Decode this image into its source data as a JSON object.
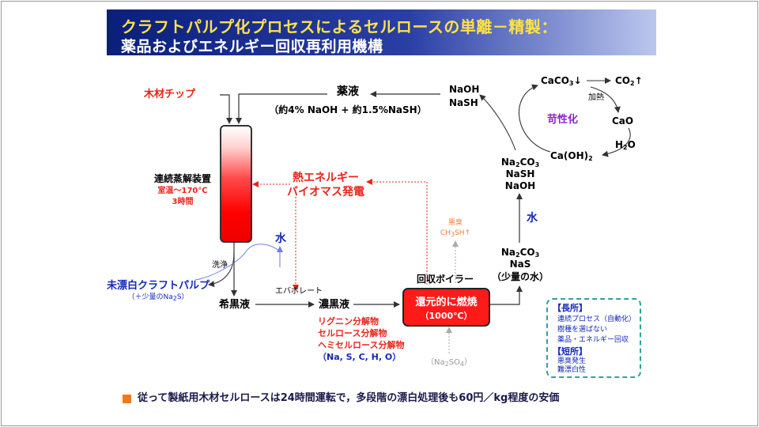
{
  "title": {
    "line1": "クラフトパルプ化プロセスによるセルロースの単離－精製：",
    "line2": "薬品およびエネルギー回収再利用機構"
  },
  "labels": {
    "wood_chips": "木材チップ",
    "liquor": "薬液",
    "liquor_composition": "（約4% NaOH + 約1.5%NaSH）",
    "naoh": "NaOH",
    "nash": "NaSH",
    "digester": "連続蒸解装置",
    "digester_cond1": "室温～170℃",
    "digester_cond2": "3時間",
    "heat_energy": "熱エネルギー",
    "biomass_power": "バイオマス発電",
    "water": "水",
    "washing": "洗浄",
    "unbleached_pulp": "未漂白クラフトパルプ",
    "unbleached_pulp_note": "（＋少量のNa2S）",
    "weak_black_liquor": "希黒液",
    "evaporator": "エバポレート",
    "strong_black_liquor": "濃黒液",
    "lignin_dec": "リグニン分解物",
    "cellulose_dec": "セルロース分解物",
    "hemicellulose_dec": "ヘミセルロース分解物",
    "elements": "（Na, S, C, H, O）",
    "recovery_boiler": "回収ボイラー",
    "reductive_burn": "還元的に燃焼",
    "burn_temp": "（1000℃）",
    "odor": "悪臭",
    "ch3sh": "CH3SH↑",
    "na2so4": "（Na2SO4）",
    "na2co3_bottom": "Na2CO3",
    "nas_bottom": "NaS",
    "little_water": "（少量の水）",
    "water2": "水",
    "na2co3_mid": "Na2CO3",
    "nash_mid": "NaSH",
    "naoh_mid": "NaOH",
    "caco3": "CaCO3↓",
    "co2": "CO2↑",
    "heating": "加熱",
    "causticizing": "苛性化",
    "cao": "CaO",
    "h2o": "H2O",
    "caoh2": "Ca(OH)2"
  },
  "pros_cons": {
    "pros_title": "【長所】",
    "pros": [
      "連続プロセス（自動化）",
      "樹種を選ばない",
      "薬品・エネルギー回収"
    ],
    "cons_title": "【短所】",
    "cons": [
      "悪臭発生",
      "難漂白性"
    ]
  },
  "footer": "従って製紙用木材セルロースは24時間運転で，多段階の漂白処理後も60円／kg程度の安価",
  "colors": {
    "title_bg": "#1a2f95",
    "title_line1": "#ffe14a",
    "red": "#e8251b",
    "blue": "#1328b8",
    "purple": "#8b23c8",
    "orange": "#f08040",
    "box_border": "#2ea49a",
    "bullet": "#f07a1a"
  }
}
